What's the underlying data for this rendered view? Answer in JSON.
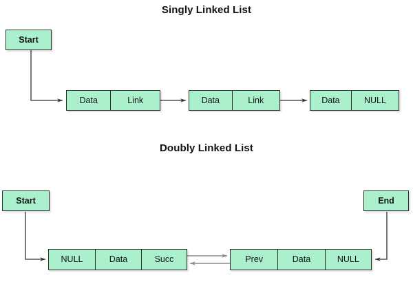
{
  "diagram": {
    "type": "linked-list-diagram",
    "background_color": "#ffffff",
    "node_fill_color": "#abf0cd",
    "node_border_color": "#2b2b2b",
    "connector_color": "#333333",
    "double_arrow_color": "#808080"
  },
  "sections": [
    {
      "id": "singly",
      "title": "Singly Linked List",
      "start_label": "Start",
      "nodes": [
        {
          "cells": [
            "Data",
            "Link"
          ]
        },
        {
          "cells": [
            "Data",
            "Link"
          ]
        },
        {
          "cells": [
            "Data",
            "NULL"
          ]
        }
      ]
    },
    {
      "id": "doubly",
      "title": "Doubly Linked List",
      "start_label": "Start",
      "end_label": "End",
      "nodes": [
        {
          "cells": [
            "NULL",
            "Data",
            "Succ"
          ]
        },
        {
          "cells": [
            "Prev",
            "Data",
            "NULL"
          ]
        }
      ]
    }
  ]
}
